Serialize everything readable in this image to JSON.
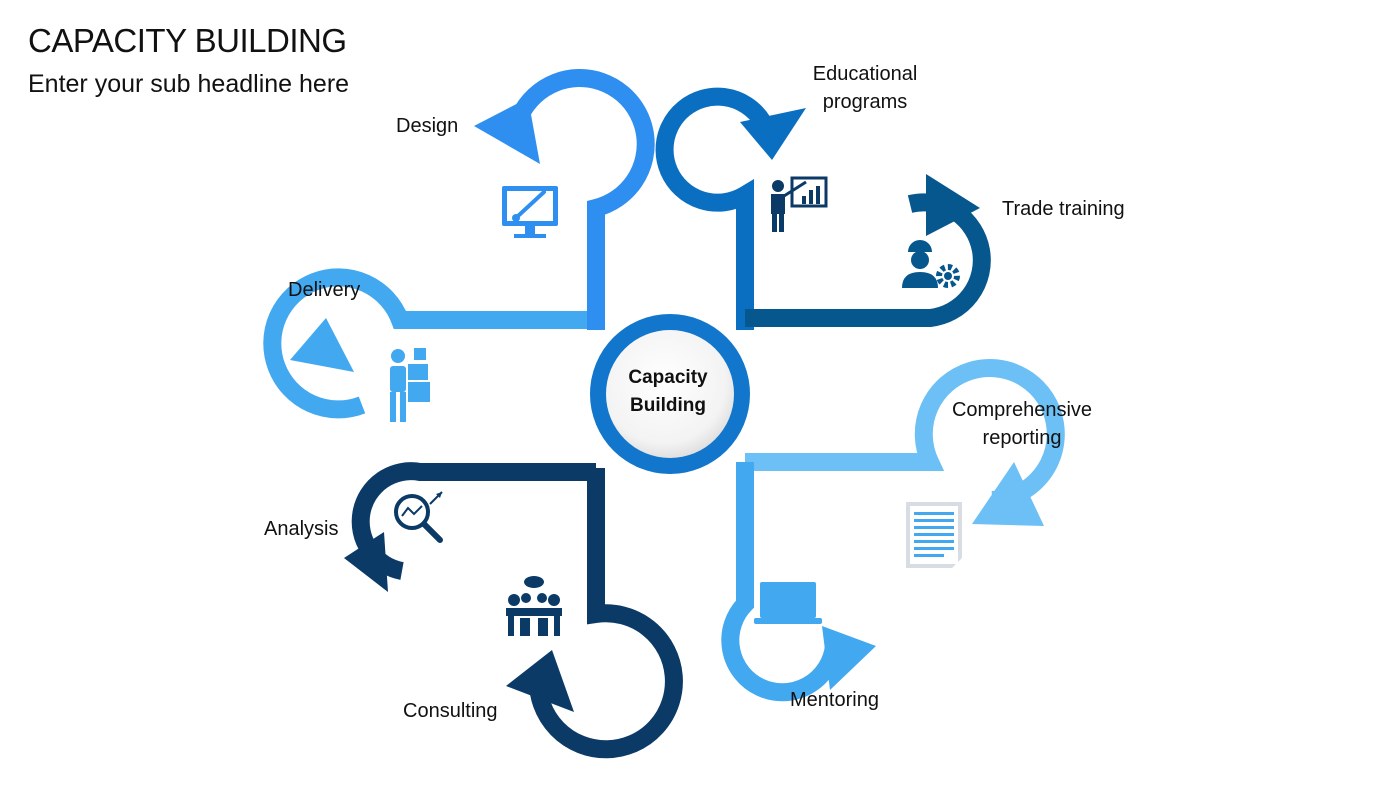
{
  "header": {
    "title": "CAPACITY BUILDING",
    "subtitle": "Enter your sub headline here"
  },
  "hub": {
    "line1": "Capacity",
    "line2": "Building"
  },
  "nodes": {
    "design": {
      "label": "Design",
      "icon": "monitor-brush-icon"
    },
    "delivery": {
      "label": "Delivery",
      "icon": "person-carrying-boxes-icon"
    },
    "analysis": {
      "label": "Analysis",
      "icon": "magnifier-chart-icon"
    },
    "consulting": {
      "label": "Consulting",
      "icon": "meeting-table-icon"
    },
    "educational": {
      "line1": "Educational",
      "line2": "programs",
      "icon": "presenter-board-icon"
    },
    "trade": {
      "label": "Trade training",
      "icon": "worker-gear-icon"
    },
    "reporting": {
      "line1": "Comprehensive",
      "line2": "reporting",
      "icon": "document-icon"
    },
    "mentoring": {
      "label": "Mentoring",
      "icon": "laptop-icon"
    }
  },
  "colors": {
    "light_blue": "#42a8f0",
    "mid_blue": "#2f8ff0",
    "blue": "#0a6fc0",
    "dark_blue": "#07578f",
    "navy": "#0b3a66",
    "hub_ring": "#1277cc"
  }
}
